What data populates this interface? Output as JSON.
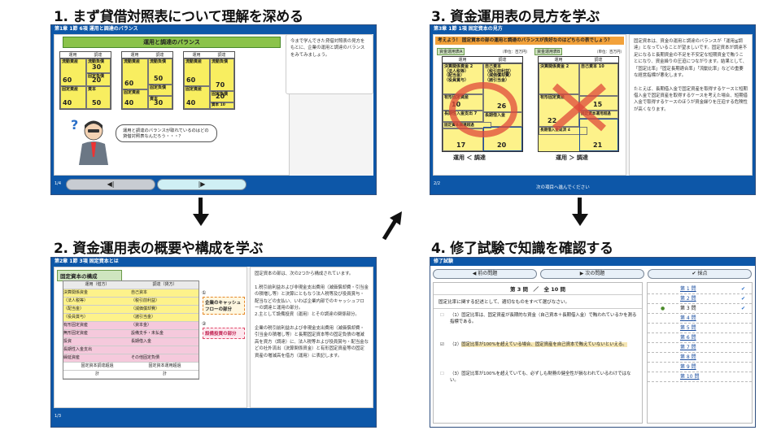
{
  "steps": [
    {
      "label": "1. まず貸借対照表について理解を深める"
    },
    {
      "label": "2. 資金運用表の概要や構成を学ぶ"
    },
    {
      "label": "3. 資金運用表の見方を学ぶ"
    },
    {
      "label": "4. 修了試験で知識を確認する"
    }
  ],
  "s1": {
    "title": "第1章 1節 6項 運用と調達のバランス",
    "heading": "運用と調達のバランス",
    "h_use": "運用",
    "h_fund": "調達",
    "cells": {
      "current_assets": "流動資産",
      "current_liab": "流動負債",
      "fixed_liab": "固定負債",
      "fixed_assets": "固定資産",
      "capital": "資本",
      "n60": "60",
      "n30": "30",
      "n20": "20",
      "n40": "40",
      "n50": "50",
      "n70": "70",
      "n10": "10"
    },
    "right_text": "今まで学んできた貸借対照表の見方をもとに、企業の運用と調達のバランスをみてみましょう。",
    "bubble": "運用と調達のバランスが取れているのはどの貸借対照表なんだろう・・・？",
    "page": "1/4",
    "prev": "◀|",
    "next": "|▶"
  },
  "s2": {
    "title": "第2章 1節 3項 固定資本とは",
    "heading": "固定資本の構成",
    "col_use": "運用（借方）",
    "col_fund": "調達（貸方）",
    "rows_left": [
      "決算関係資金",
      "（法人税等）",
      "（配当金）",
      "（役員賞与）",
      "有形固定資産",
      "無形固定資産",
      "投資",
      "長期性入金支出",
      "繰延資産"
    ],
    "rows_right": [
      "自己資本",
      "（税引前利益）",
      "（減価償却費）",
      "（諸引当金）",
      "（資本金）",
      "設備支手・未払金",
      "長期借入金",
      "",
      "その他固定負債"
    ],
    "footer_left": "固定資本調達超過",
    "footer_right": "固定資本運用超過",
    "total": "計",
    "label1": "企業のキャッシュフローの部分",
    "label2": "設備投資の部分",
    "n1": "①",
    "n2": "②",
    "right_text": "固定資本の部は、次の2つから構成されています。\n\n1.税引前利益および非現金支出費用（減価償却費・引当金の積増し等）と決算にともなう法人税等及び役員賞与・配当などの支払い、いわば企業内部でのキャッシュフローの調達と運用の部分。\n2.主として設備投資（運用）とその調達の関係部分。\n\n企業の税引前利益および非現金支出費用（減価償却費・引当金の積増し等）と長期固定資本等の固定負債の増減高を資方（調達）に、法人税等および役員賞与・配当金などの社外流出（決算関係資金）と有形固定資産等の固定資産の増減高を借方（運用）に表記します。",
    "page": "1/3"
  },
  "s3": {
    "title": "第3章 1節 1項 固定資本の見方",
    "question": "考えよう！ 固定資本の部の運用と調達のバランスが良好なのはどちらの表でしょう？",
    "tableA": "資金運用表A",
    "tableB": "資金運用表B",
    "unit": "（単位：百万円）",
    "use": "運用",
    "fund": "調達",
    "a_rows": {
      "settle": "決算関係資金 2",
      "tax": "（法人税等）",
      "div": "（配当金）",
      "bonus": "（役員賞与）",
      "own": "自己資本",
      "pretax": "（税引前利益）",
      "dep": "（減価償却費）",
      "prov": "（諸引当金）",
      "tangible": "有形固定資産",
      "invest": "長期性入金支出",
      "longloan": "長期借入金",
      "excess": "固定資本調達超過",
      "v10": "10",
      "v7": "7",
      "v26": "26",
      "v8": "8",
      "v17": "17",
      "v20": "20"
    },
    "b_rows": {
      "settle": "決算関係資金 2",
      "own": "自己資本",
      "v10": "10",
      "v15": "15",
      "v22": "22",
      "v21": "21",
      "excess": "固定資本運用超過",
      "longloan": "長期借入金返済 4",
      "tangible": "有形固定資産"
    },
    "cmpA": "運用 ＜ 調達",
    "cmpB": "運用 ＞ 調達",
    "right_text": "固定資本は、資金の運用と調達のバランスが「運用≦調達」となっていることが望ましいです。固定資本が調達不足になると長期資金の不足を不安定な短期資金で賄うことになり、資金繰りの圧迫につながります。結果として、「固定比率」「固定長期適合率」「流動比率」などの重要な経営指標が悪化します。\n\nたとえば、長期借入金で固定資産を取得するケースと短期借入金で固定資産を取得するケースを考えた場合、短期借入金で取得するケースのほうが資金繰りを圧迫する危険性が高くなります。",
    "next_text": "次の項目へ進んでください",
    "page": "2/2"
  },
  "s4": {
    "title": "修了試験",
    "prev": "前の問題",
    "next": "次の問題",
    "score": "採点",
    "counter": "第 3 問　／　全 10 問",
    "question": "固定比率に関する記述として、適切なものをすべて選びなさい。",
    "opt1": "（1）固定比率は、固定資産が長期的な資金（自己資本＋長期借入金）で賄われているかを測る指標である。",
    "opt2": "固定比率が100%を超えている場合、固定資産を自己資本で賄えていないといえる。",
    "opt2_num": "（2）",
    "opt3": "（3）固定比率が100%を超えていても、必ずしも財務の健全性が損なわれているわけではない。",
    "toc": [
      "第 1 問",
      "第 2 問",
      "第 3 問",
      "第 4 問",
      "第 5 問",
      "第 6 問",
      "第 7 問",
      "第 8 問",
      "第 9 問",
      "第 10 問"
    ]
  },
  "colors": {
    "brand": "#0d57a8",
    "accent": "#f2a13a",
    "ok": "#3a7ab8",
    "cross": "#e04a3a"
  }
}
